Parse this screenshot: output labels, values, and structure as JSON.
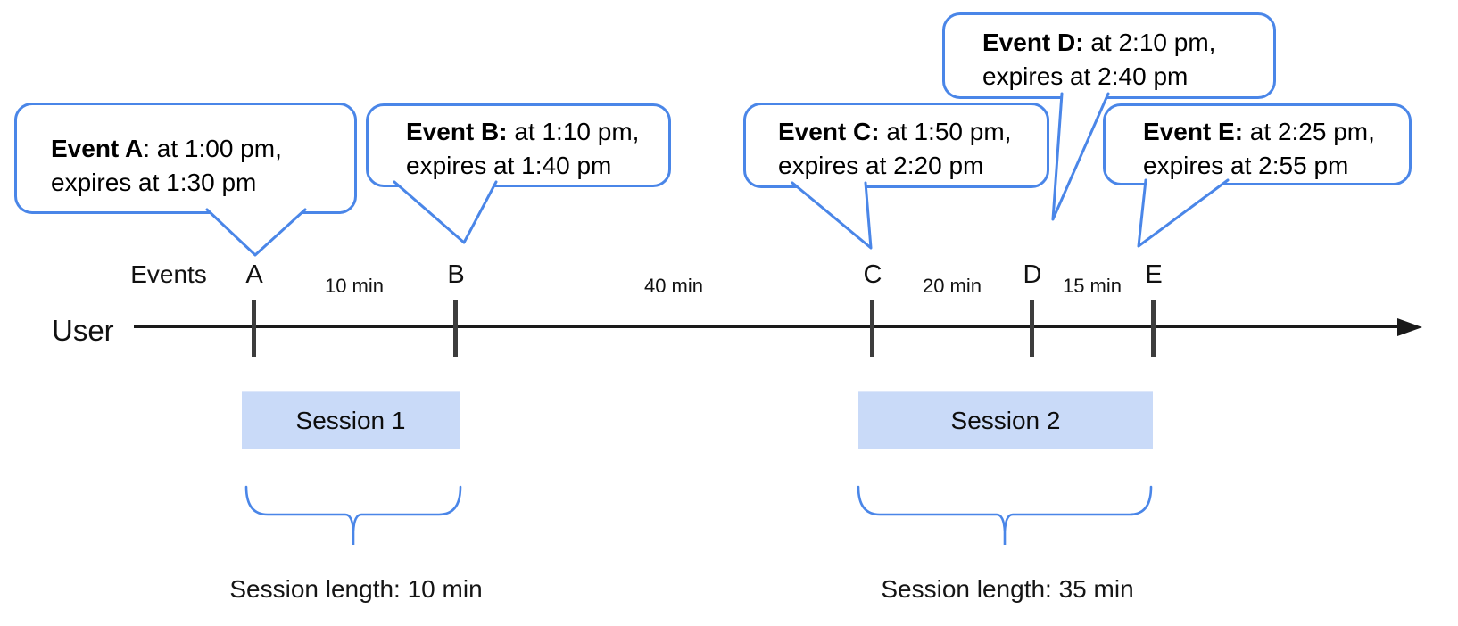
{
  "axis": {
    "user_label": "User",
    "events_label": "Events"
  },
  "marks": [
    "A",
    "B",
    "C",
    "D",
    "E"
  ],
  "intervals": [
    "10 min",
    "40 min",
    "20 min",
    "15 min"
  ],
  "callouts": [
    {
      "bold": "Event A",
      "rest": ": at 1:00 pm,",
      "line2": "expires at 1:30 pm"
    },
    {
      "bold": "Event B:",
      "rest": " at 1:10 pm,",
      "line2": "expires at 1:40 pm"
    },
    {
      "bold": "Event C:",
      "rest": " at 1:50 pm,",
      "line2": "expires at 2:20 pm"
    },
    {
      "bold": "Event D:",
      "rest": " at 2:10 pm,",
      "line2": "expires at 2:40 pm"
    },
    {
      "bold": "Event E:",
      "rest": " at 2:25 pm,",
      "line2": "expires at 2:55 pm"
    }
  ],
  "sessions": [
    {
      "label": "Session 1",
      "length_label": "Session length: 10 min"
    },
    {
      "label": "Session 2",
      "length_label": "Session length: 35 min"
    }
  ],
  "colors": {
    "callout_border": "#4a86e8",
    "brace": "#4a86e8",
    "session_fill": "#c9daf8",
    "axis_line": "#1a1a1a",
    "tick": "#3d3d3d",
    "text": "#111111"
  }
}
